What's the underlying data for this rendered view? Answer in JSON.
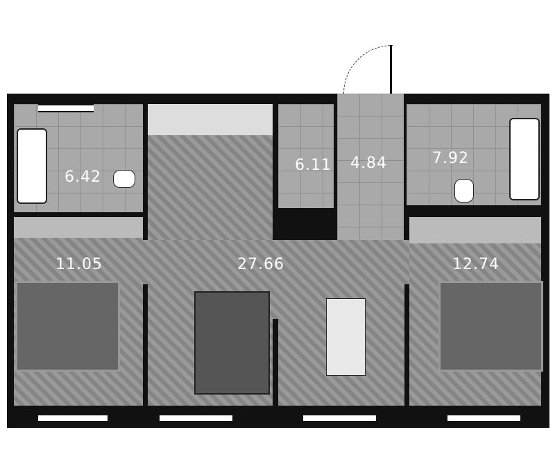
{
  "rooms": {
    "bathroom_left": {
      "area": "6.42"
    },
    "storage": {
      "area": "6.11"
    },
    "hall": {
      "area": "4.84"
    },
    "bathroom_right": {
      "area": "7.92"
    },
    "bedroom_left": {
      "area": "11.05"
    },
    "living_kitchen": {
      "area": "27.66"
    },
    "bedroom_right": {
      "area": "12.74"
    }
  },
  "colors": {
    "wall": "#111111",
    "floor": "#9a9a9a"
  }
}
